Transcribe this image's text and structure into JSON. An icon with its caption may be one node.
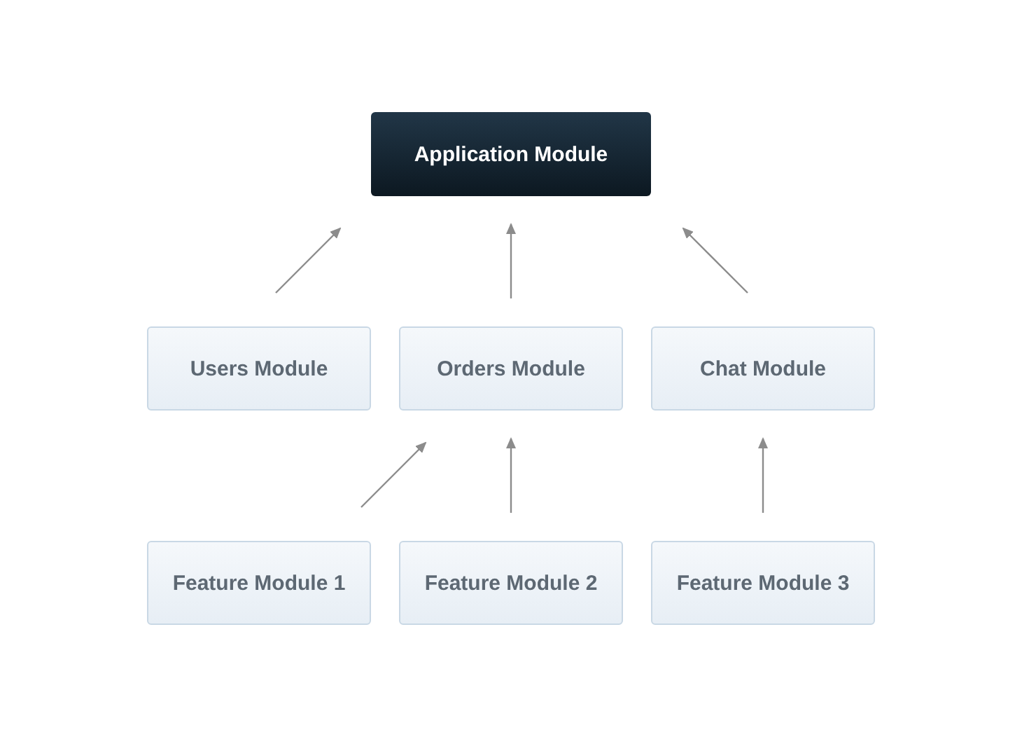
{
  "diagram": {
    "nodes": [
      {
        "text": [
          "Application Module"
        ]
      },
      {
        "text": [
          "Users Module"
        ]
      },
      {
        "text": [
          "Orders Module"
        ]
      },
      {
        "text": [
          "Chat Module"
        ]
      },
      {
        "text": [
          "Feature Module 1"
        ]
      },
      {
        "text": [
          "Feature Module 2"
        ]
      },
      {
        "text": [
          "Feature Module 3"
        ]
      }
    ],
    "edges": [
      {
        "from": 1,
        "to": 0,
        "arrow": "to"
      },
      {
        "from": 2,
        "to": 0,
        "arrow": "to"
      },
      {
        "from": 3,
        "to": 0,
        "arrow": "to"
      },
      {
        "from": 4,
        "to": 2,
        "arrow": "to"
      },
      {
        "from": 5,
        "to": 2,
        "arrow": "to"
      },
      {
        "from": 6,
        "to": 3,
        "arrow": "to"
      }
    ]
  }
}
